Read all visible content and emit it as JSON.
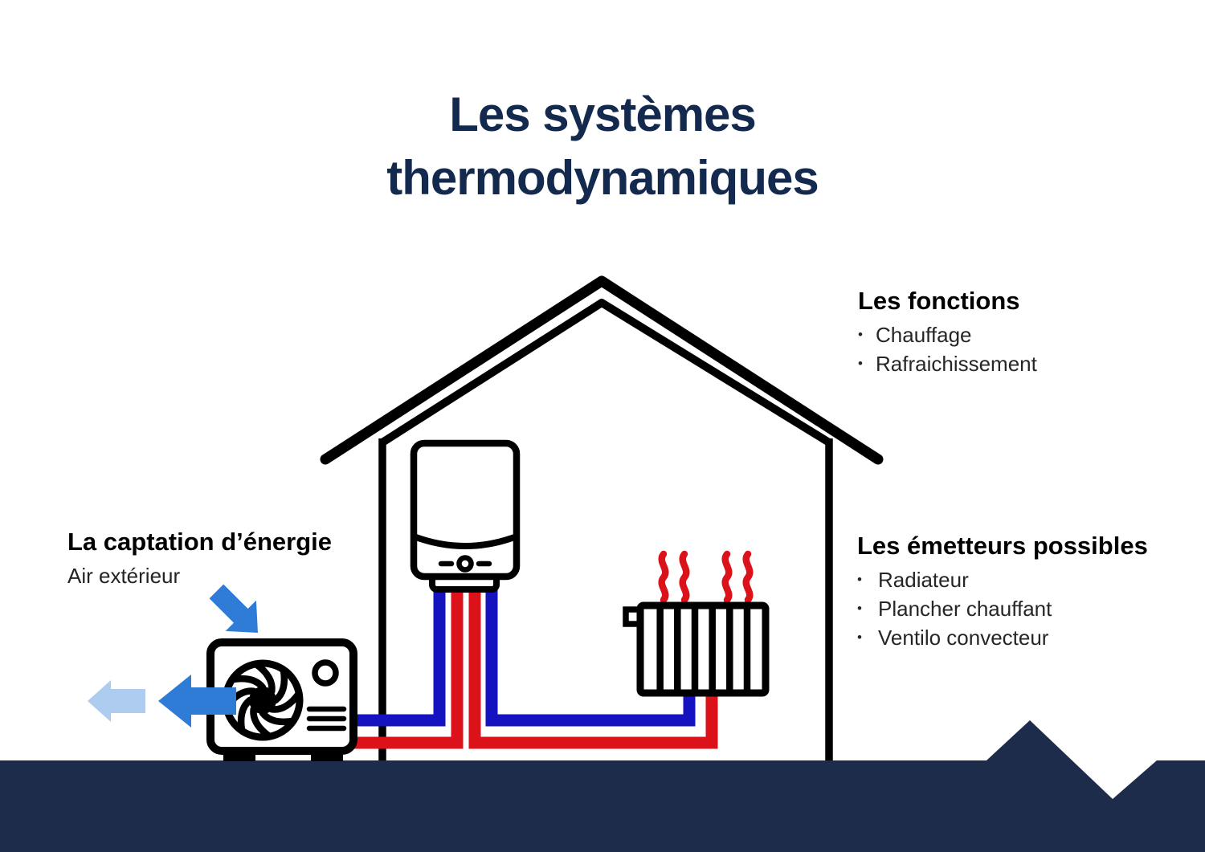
{
  "title": {
    "line1": "Les systèmes",
    "line2": "thermodynamiques"
  },
  "bullet_glyph": "•",
  "functions_panel": {
    "heading": "Les fonctions",
    "items": [
      "Chauffage",
      "Rafraichissement"
    ]
  },
  "emitters_panel": {
    "heading": "Les émetteurs possibles",
    "items": [
      "Radiateur",
      "Plancher chauffant",
      "Ventilo convecteur"
    ]
  },
  "capture_panel": {
    "heading": "La captation d’énergie",
    "subheading": "Air extérieur"
  },
  "colors": {
    "title_navy": "#13294E",
    "ground_navy": "#1E2C4B",
    "pipe_blue": "#1512C0",
    "pipe_red": "#DC121B",
    "heat_wave_red": "#DC121B",
    "arrow_blue": "#2E7CD6",
    "arrow_light_blue": "#AECBF0",
    "outline_black": "#000000",
    "background": "#FFFFFF"
  },
  "icons": {
    "house": "house-outline",
    "heat_pump": "outdoor-heat-pump-unit-with-fan",
    "boiler": "indoor-boiler-unit",
    "radiator": "radiator-with-heat-waves",
    "air_in": "blue-arrow-down-right",
    "air_out": "blue-arrow-left",
    "air_out_faded": "light-blue-arrow-left",
    "ground": "navy-ground-with-mountain"
  }
}
